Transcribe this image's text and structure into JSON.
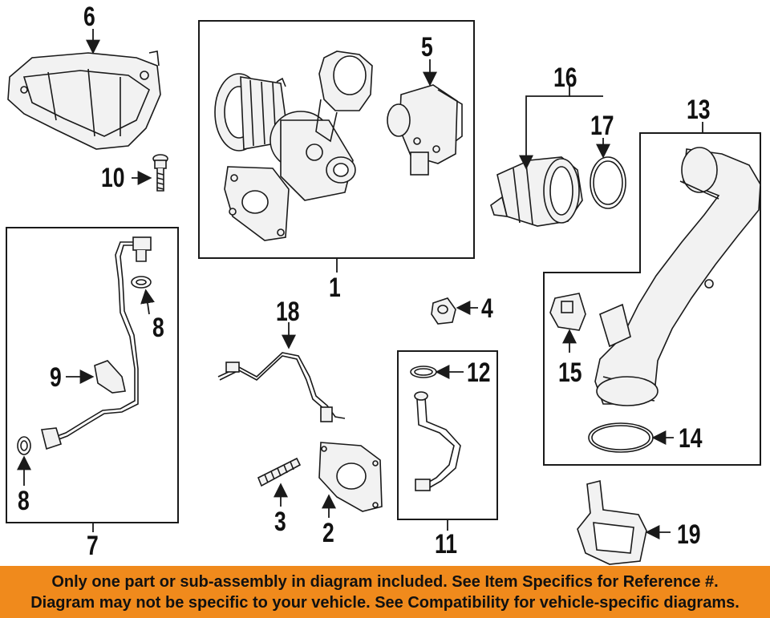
{
  "callouts": {
    "c1": "1",
    "c2": "2",
    "c3": "3",
    "c4": "4",
    "c5": "5",
    "c6": "6",
    "c7": "7",
    "c8a": "8",
    "c8b": "8",
    "c9": "9",
    "c10": "10",
    "c11": "11",
    "c12": "12",
    "c13": "13",
    "c14": "14",
    "c15": "15",
    "c16": "16",
    "c17": "17",
    "c18": "18",
    "c19": "19"
  },
  "banner": {
    "line1": "Only one part or sub-assembly in diagram included. See Item Specifics for Reference #.",
    "line2": "Diagram may not be specific to your vehicle. See Compatibility for vehicle-specific diagrams."
  },
  "colors": {
    "banner_bg": "#f08a1c",
    "line": "#1a1a1a",
    "part_fill": "#f2f2f2"
  }
}
